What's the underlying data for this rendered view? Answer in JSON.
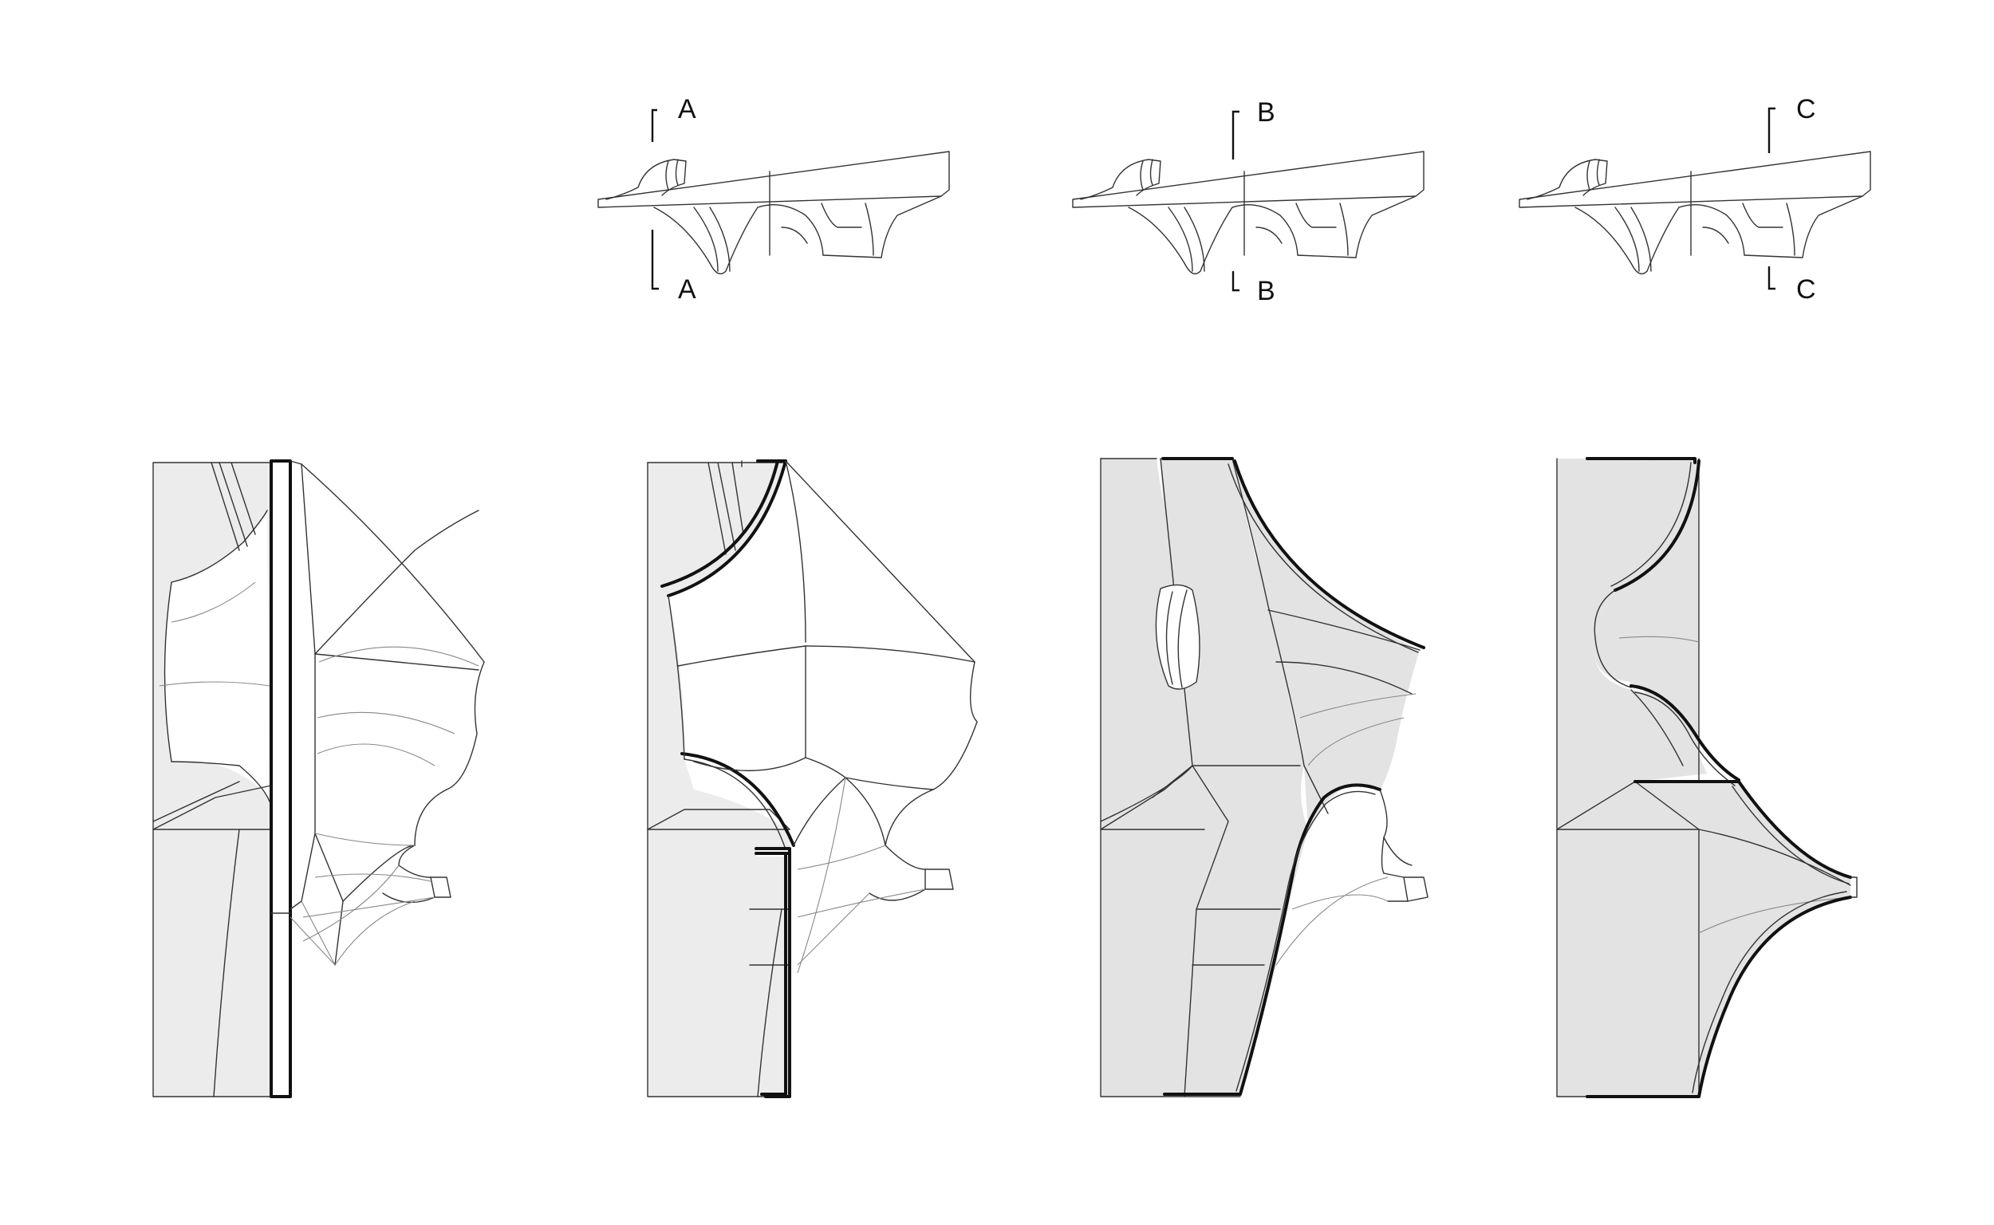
{
  "section_markers": [
    {
      "id": "A",
      "top_label": "A",
      "bottom_label": "A"
    },
    {
      "id": "B",
      "top_label": "B",
      "bottom_label": "B"
    },
    {
      "id": "C",
      "top_label": "C",
      "bottom_label": "C"
    }
  ],
  "colors": {
    "line": "#333333",
    "cut_line": "#111111",
    "section_fill": "#e3e3e3",
    "background": "#ffffff"
  }
}
